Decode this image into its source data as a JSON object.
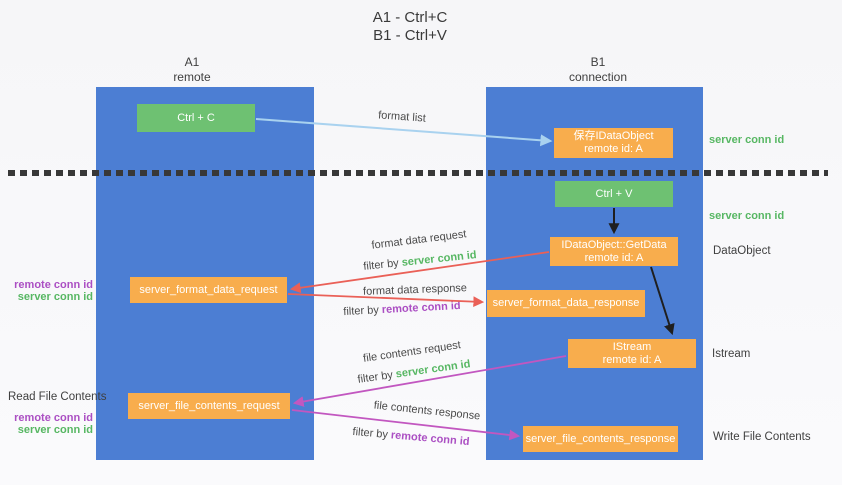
{
  "title": {
    "line1": "A1 - Ctrl+C",
    "line2": "B1 - Ctrl+V"
  },
  "columns": {
    "left": {
      "name": "A1",
      "role": "remote"
    },
    "right": {
      "name": "B1",
      "role": "connection"
    }
  },
  "nodes": {
    "ctrl_c": {
      "label": "Ctrl + C"
    },
    "save_dataobject": {
      "line1": "保存IDataObject",
      "line2": "remote id: A"
    },
    "ctrl_v": {
      "label": "Ctrl + V"
    },
    "getdata": {
      "line1": "IDataObject::GetData",
      "line2": "remote id: A"
    },
    "format_request": {
      "label": "server_format_data_request"
    },
    "format_response": {
      "label": "server_format_data_response"
    },
    "istream": {
      "line1": "IStream",
      "line2": "remote id: A"
    },
    "file_request": {
      "label": "server_file_contents_request"
    },
    "file_response": {
      "label": "server_file_contents_response"
    }
  },
  "arrow_labels": {
    "format_list": "format list",
    "format_data_request": "format data request",
    "format_data_response": "format data response",
    "file_contents_request": "file contents request",
    "file_contents_response": "file contents response",
    "filter_prefix": "filter by",
    "server_conn_id": "server conn id",
    "remote_conn_id": "remote conn id"
  },
  "side_labels": {
    "server_conn_id_top": "server conn id",
    "server_conn_id_mid": "server conn id",
    "dataobject": "DataObject",
    "istream": "Istream",
    "write_file_contents": "Write File Contents",
    "read_file_contents": "Read File Contents",
    "remote_conn_id": "remote conn id",
    "server_conn_id": "server conn id"
  },
  "colors": {
    "column_blue": "#4c7ed3",
    "box_green": "#6ec172",
    "box_orange": "#f8ad4d",
    "arrow_blue": "#a9d2ef",
    "arrow_red": "#ea6057",
    "arrow_magenta": "#c257c0",
    "arrow_black": "#1f1f1f",
    "text_green": "#57b763",
    "text_purple": "#ab4fc3"
  }
}
